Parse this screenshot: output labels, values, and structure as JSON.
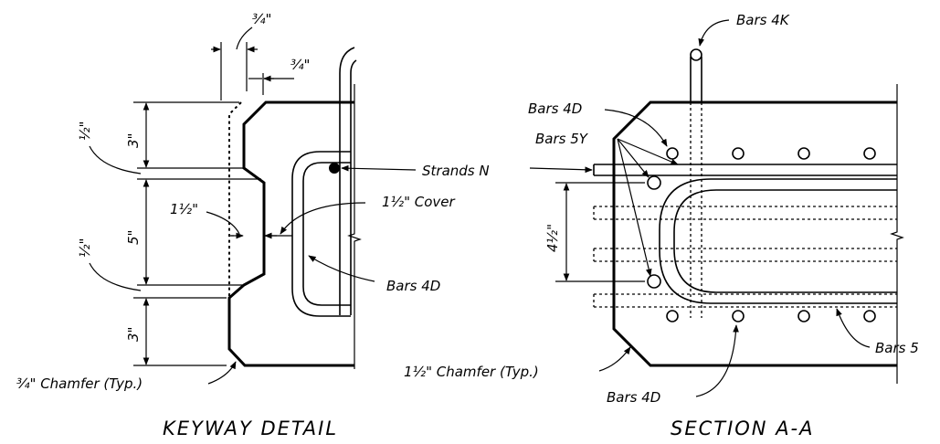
{
  "keyway": {
    "title": "KEYWAY DETAIL",
    "dim_top_offset": "¾\"",
    "dim_second_offset": "¾\"",
    "dim_upper_height": "3\"",
    "dim_upper_recess": "½\"",
    "dim_middle_height": "5\"",
    "dim_lower_recess": "½\"",
    "dim_bottom_height": "3\"",
    "dim_key_depth": "1½\"",
    "cover_note": "1½\" Cover",
    "strands_label": "Strands N",
    "bars_4d_label": "Bars 4D",
    "chamfer_note": "¾\" Chamfer (Typ.)"
  },
  "section": {
    "title": "SECTION A-A",
    "bars_4k_label": "Bars 4K",
    "bars_4d_top_label": "Bars 4D",
    "bars_5y_label": "Bars 5Y",
    "dim_spacing": "4½\"",
    "chamfer_note": "1½\" Chamfer (Typ.)",
    "bars_4d_bottom_label": "Bars 4D",
    "bars_5_label": "Bars 5"
  }
}
